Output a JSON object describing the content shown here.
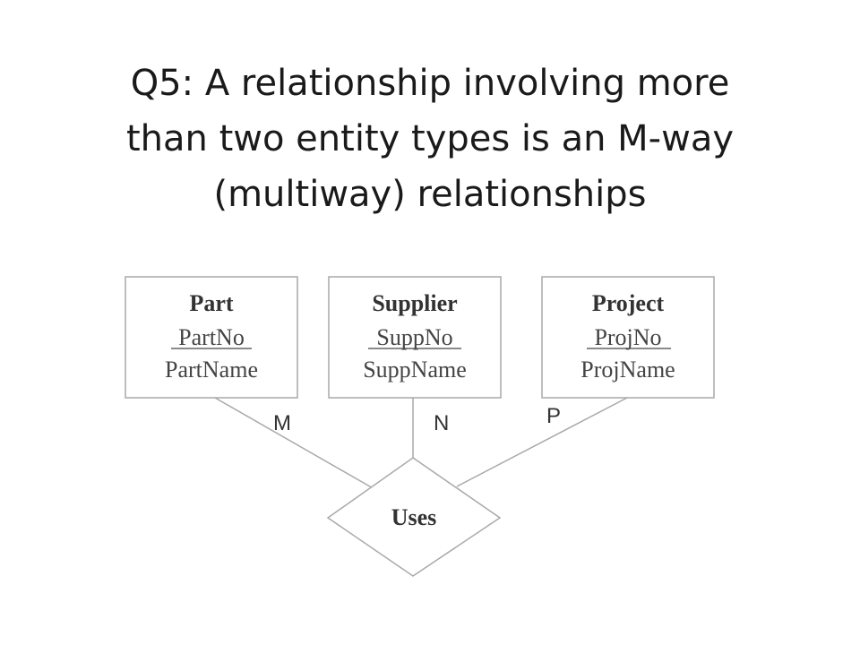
{
  "slide": {
    "title_lines": [
      "Q5: A relationship involving more",
      "than two entity types is an M-way",
      "(multiway) relationships"
    ]
  },
  "diagram": {
    "entities": [
      {
        "name": "Part",
        "key": "PartNo",
        "attr": "PartName",
        "cardinality": "M"
      },
      {
        "name": "Supplier",
        "key": "SuppNo",
        "attr": "SuppName",
        "cardinality": "N"
      },
      {
        "name": "Project",
        "key": "ProjNo",
        "attr": "ProjName",
        "cardinality": "P"
      }
    ],
    "relationship": {
      "name": "Uses"
    }
  }
}
